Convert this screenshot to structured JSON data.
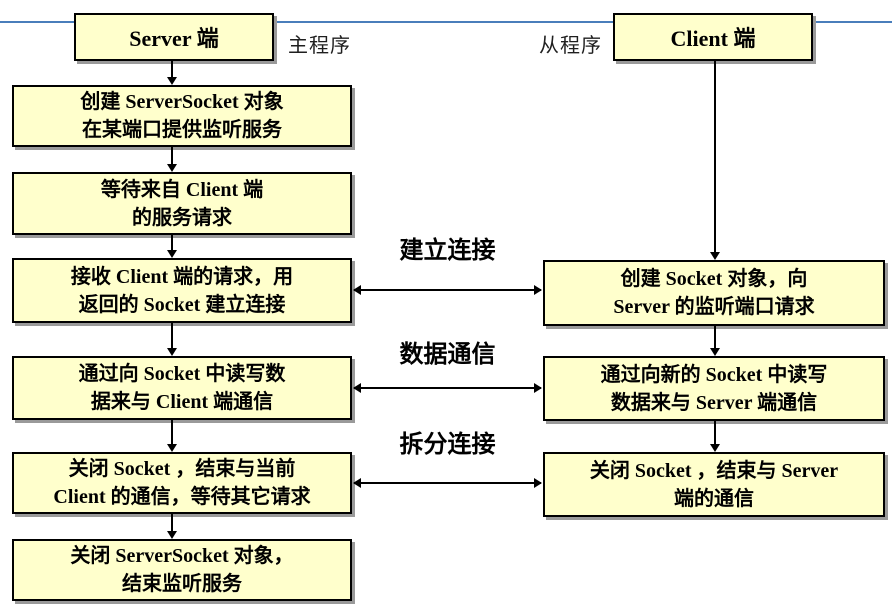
{
  "colors": {
    "box_fill": "#ffffcc",
    "box_border": "#000000",
    "box_shadow": "#9a9a9a",
    "timeline_blue": "#4a7ebb",
    "text": "#000000"
  },
  "header": {
    "server_title": "Server 端",
    "client_title": "Client 端",
    "main_program_label": "主程序",
    "sub_program_label": "从程序"
  },
  "server_steps": [
    {
      "line1": "创建 ServerSocket 对象",
      "line2": "在某端口提供监听服务"
    },
    {
      "line1": "等待来自 Client 端",
      "line2": "的服务请求"
    },
    {
      "line1": "接收 Client 端的请求，用",
      "line2": "返回的 Socket 建立连接"
    },
    {
      "line1": "通过向 Socket 中读写数",
      "line2": "据来与 Client 端通信"
    },
    {
      "line1": "关闭 Socket ，结束与当前",
      "line2": "Client 的通信，等待其它请求"
    },
    {
      "line1": "关闭 ServerSocket 对象，",
      "line2": "结束监听服务"
    }
  ],
  "client_steps": [
    {
      "line1": "创建 Socket 对象，向",
      "line2": "Server 的监听端口请求"
    },
    {
      "line1": "通过向新的 Socket 中读写",
      "line2": "数据来与 Server 端通信"
    },
    {
      "line1": "关闭 Socket ，结束与 Server",
      "line2": "端的通信"
    }
  ],
  "connector_labels": [
    "建立连接",
    "数据通信",
    "拆分连接"
  ]
}
